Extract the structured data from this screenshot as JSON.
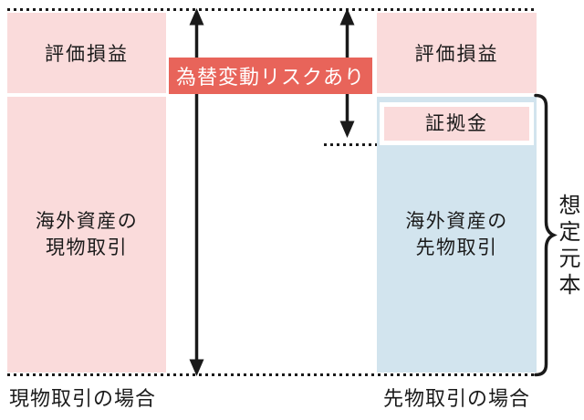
{
  "diagram": {
    "risk_label": "為替変動リスクあり",
    "notional_label": "想定元本",
    "left": {
      "valuation_label": "評価損益",
      "asset_line1": "海外資産の",
      "asset_line2": "現物取引",
      "caption": "現物取引の場合"
    },
    "right": {
      "valuation_label": "評価損益",
      "margin_label": "証拠金",
      "asset_line1": "海外資産の",
      "asset_line2": "先物取引",
      "caption": "先物取引の場合"
    },
    "colors": {
      "pink": "#fadbdb",
      "blue": "#d2e4ee",
      "red": "#e8645a",
      "line": "#1a1a1a"
    }
  }
}
